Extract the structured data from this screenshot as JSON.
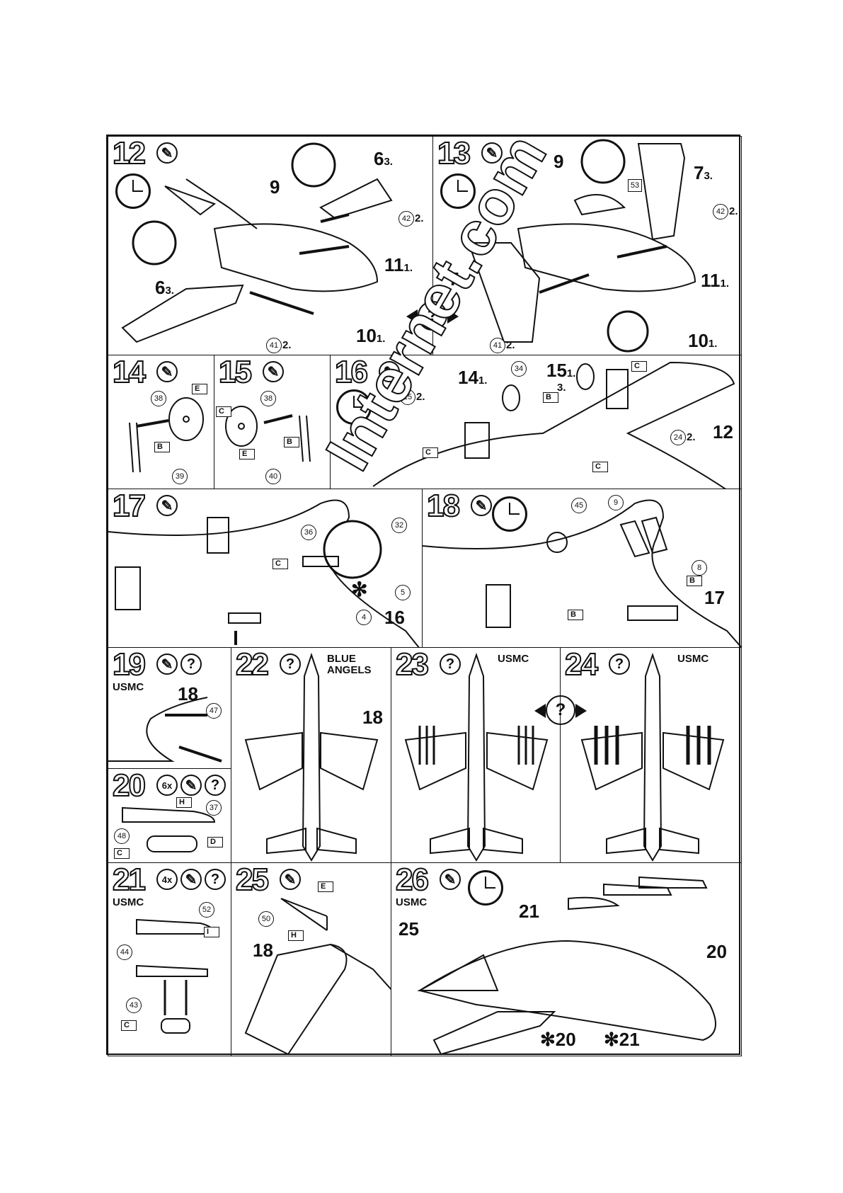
{
  "steps": {
    "s12": {
      "number": "12",
      "labels": {
        "fuselage": "9",
        "wing_top": "6",
        "wing_top_sub": "3.",
        "wing_left": "6",
        "wing_left_sub": "3.",
        "part_11": "11",
        "part_11_sub": "1.",
        "part_10": "10",
        "part_10_sub": "1.",
        "ref_42": "42",
        "ref_42_sub": "2.",
        "ref_41": "41",
        "ref_41_sub": "2."
      }
    },
    "s13": {
      "number": "13",
      "labels": {
        "fuselage": "9",
        "tail_right": "7",
        "tail_right_sub": "3.",
        "tail_left": "7",
        "tail_left_sub": "3.",
        "canopy": "53",
        "part_11": "11",
        "part_11_sub": "1.",
        "part_10": "10",
        "part_10_sub": "1.",
        "ref_42": "42",
        "ref_42_sub": "2.",
        "ref_41": "41",
        "ref_41_sub": "2."
      }
    },
    "s14": {
      "number": "14",
      "labels": {
        "ref_38": "38",
        "ref_39": "39",
        "tag_e": "E",
        "tag_c": "C",
        "tag_b": "B"
      }
    },
    "s15": {
      "number": "15",
      "labels": {
        "ref_38": "38",
        "ref_40": "40",
        "tag_e": "E",
        "tag_c": "C",
        "tag_b": "B"
      }
    },
    "s16": {
      "number": "16",
      "labels": {
        "part_14": "14",
        "part_14_sub": "1.",
        "part_15": "15",
        "part_15_sub": "1.",
        "sub_3": "3.",
        "part_12": "12",
        "ref_25": "25",
        "ref_25_sub": "2.",
        "ref_34": "34",
        "ref_24": "24",
        "ref_24_sub": "2.",
        "tag_c1": "C",
        "tag_c2": "C",
        "tag_c3": "C",
        "tag_b": "B"
      }
    },
    "s17": {
      "number": "17",
      "labels": {
        "ref_36": "36",
        "ref_32": "32",
        "ref_5": "5",
        "ref_4": "4",
        "part_16": "16",
        "tag_c": "C"
      }
    },
    "s18": {
      "number": "18",
      "labels": {
        "ref_45": "45",
        "ref_9": "9",
        "ref_8": "8",
        "part_17": "17",
        "tag_b1": "B",
        "tag_b2": "B"
      }
    },
    "s19": {
      "number": "19",
      "variant": "USMC",
      "labels": {
        "part_18": "18",
        "ref_47": "47"
      }
    },
    "s20": {
      "number": "20",
      "count": "6x",
      "labels": {
        "ref_37": "37",
        "ref_48": "48",
        "tag_h": "H",
        "tag_c": "C",
        "tag_d": "D"
      }
    },
    "s21": {
      "number": "21",
      "count": "4x",
      "variant": "USMC",
      "labels": {
        "ref_52": "52",
        "ref_44": "44",
        "ref_43": "43",
        "tag_i": "I",
        "tag_c": "C"
      }
    },
    "s22": {
      "number": "22",
      "variant_line1": "BLUE",
      "variant_line2": "ANGELS",
      "labels": {
        "part_18": "18"
      }
    },
    "s23": {
      "number": "23",
      "variant": "USMC"
    },
    "s24": {
      "number": "24",
      "variant": "USMC"
    },
    "s25": {
      "number": "25",
      "labels": {
        "ref_50": "50",
        "part_18": "18",
        "tag_e": "E",
        "tag_h": "H"
      }
    },
    "s26": {
      "number": "26",
      "variant": "USMC",
      "labels": {
        "part_21": "21",
        "part_25": "25",
        "part_20": "20",
        "star_20": "20",
        "star_21": "21"
      }
    }
  },
  "question_mark": "?",
  "star_symbol": "✻",
  "watermark": "Internet.com"
}
